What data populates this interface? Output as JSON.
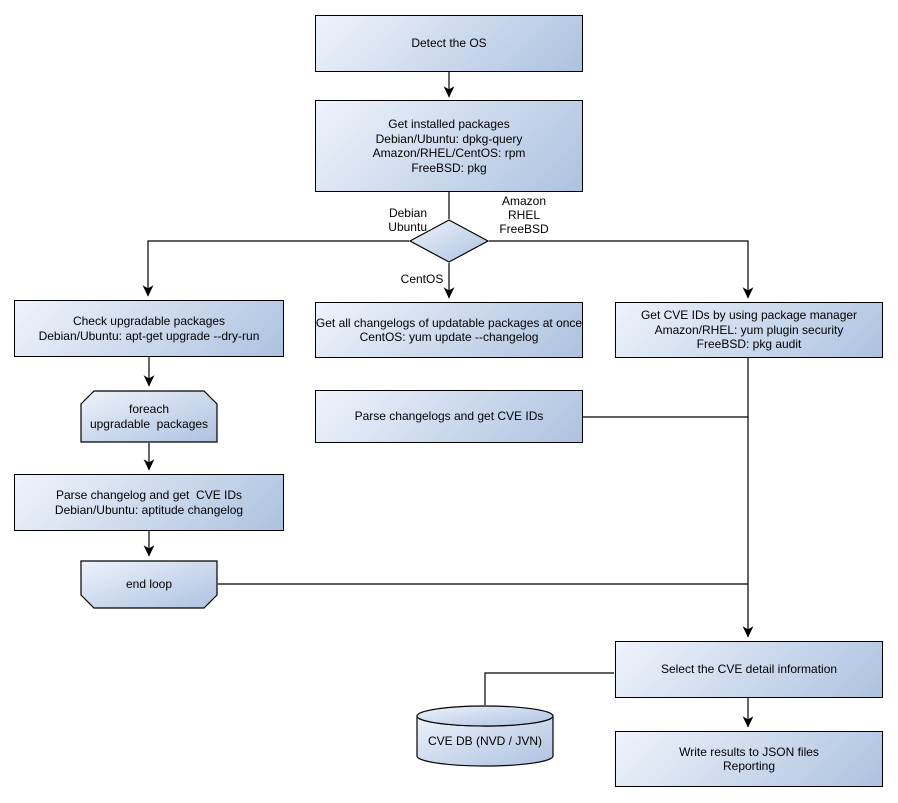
{
  "diagram": {
    "nodes": {
      "detect_os": {
        "lines": [
          "Detect the OS"
        ]
      },
      "get_installed_packages": {
        "lines": [
          "Get installed packages",
          "Debian/Ubuntu: dpkg-query",
          "Amazon/RHEL/CentOS: rpm",
          "FreeBSD: pkg"
        ]
      },
      "check_upgradable": {
        "lines": [
          "Check upgradable packages",
          "Debian/Ubuntu: apt-get upgrade --dry-run"
        ]
      },
      "foreach_loop_start": {
        "lines": [
          "foreach",
          "upgradable  packages"
        ]
      },
      "parse_changelog_debian": {
        "lines": [
          "Parse changelog and get  CVE IDs",
          "Debian/Ubuntu: aptitude changelog"
        ]
      },
      "end_loop": {
        "lines": [
          "end loop"
        ]
      },
      "get_all_changelogs": {
        "lines": [
          "Get all changelogs of updatable packages at once",
          "CentOS: yum update --changelog"
        ]
      },
      "parse_changelogs": {
        "lines": [
          "Parse changelogs and get CVE IDs"
        ]
      },
      "get_cve_ids_pkg_mgr": {
        "lines": [
          "Get CVE IDs by using package manager",
          "Amazon/RHEL: yum plugin security",
          "FreeBSD: pkg audit"
        ]
      },
      "select_cve_detail": {
        "lines": [
          "Select the CVE detail information"
        ]
      },
      "cve_db": {
        "lines": [
          "CVE DB (NVD / JVN)"
        ]
      },
      "write_results": {
        "lines": [
          "Write results to JSON files",
          "Reporting"
        ]
      }
    },
    "edge_labels": {
      "left_branch": [
        "Debian",
        "Ubuntu"
      ],
      "right_branch": [
        "Amazon",
        "RHEL",
        "FreeBSD"
      ],
      "down_branch": [
        "CentOS"
      ]
    },
    "colors": {
      "node_fill_light": "#eef3fb",
      "node_fill_dark": "#adc2e0",
      "node_border": "#000000",
      "connector": "#000000",
      "text": "#000000",
      "background": "#ffffff"
    }
  }
}
